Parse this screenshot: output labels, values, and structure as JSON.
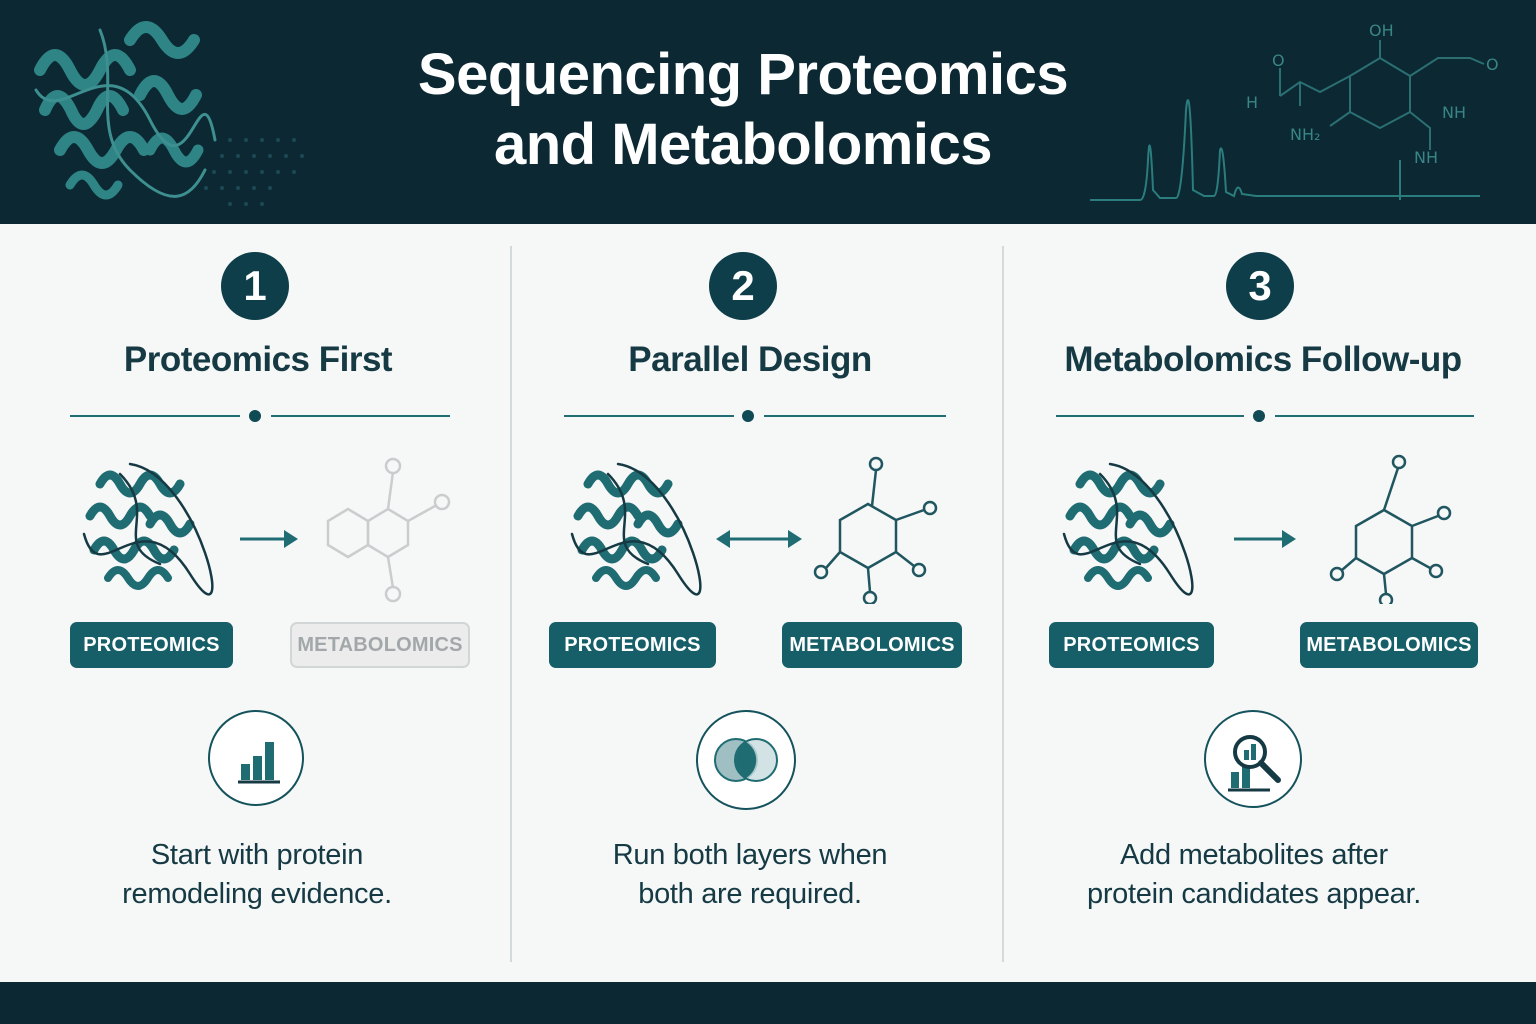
{
  "header": {
    "title_line1": "Sequencing Proteomics",
    "title_line2": "and Metabolomics",
    "molecule_labels": [
      "OH",
      "O",
      "NH₂",
      "NH",
      "NH",
      "O",
      "H"
    ]
  },
  "colors": {
    "navy": "#0b2833",
    "teal": "#165f68",
    "deep_teal": "#0d3e49",
    "muted_gray": "#ececec"
  },
  "panels": [
    {
      "step": "1",
      "title": "Proteomics First",
      "arrow": "right-arrow",
      "left_label": "PROTEOMICS",
      "right_label": "METABOLOMICS",
      "right_state": "inactive",
      "icon": "bar-chart-icon",
      "desc_line1": "Start with protein",
      "desc_line2": "remodeling evidence."
    },
    {
      "step": "2",
      "title": "Parallel Design",
      "arrow": "double-arrow",
      "left_label": "PROTEOMICS",
      "right_label": "METABOLOMICS",
      "right_state": "active",
      "icon": "venn-diagram-icon",
      "desc_line1": "Run both layers when",
      "desc_line2": "both are required."
    },
    {
      "step": "3",
      "title": "Metabolomics Follow-up",
      "arrow": "right-arrow",
      "left_label": "PROTEOMICS",
      "right_label": "METABOLOMICS",
      "right_state": "active",
      "icon": "magnifier-chart-icon",
      "desc_line1": "Add metabolites after",
      "desc_line2": "protein candidates appear."
    }
  ]
}
